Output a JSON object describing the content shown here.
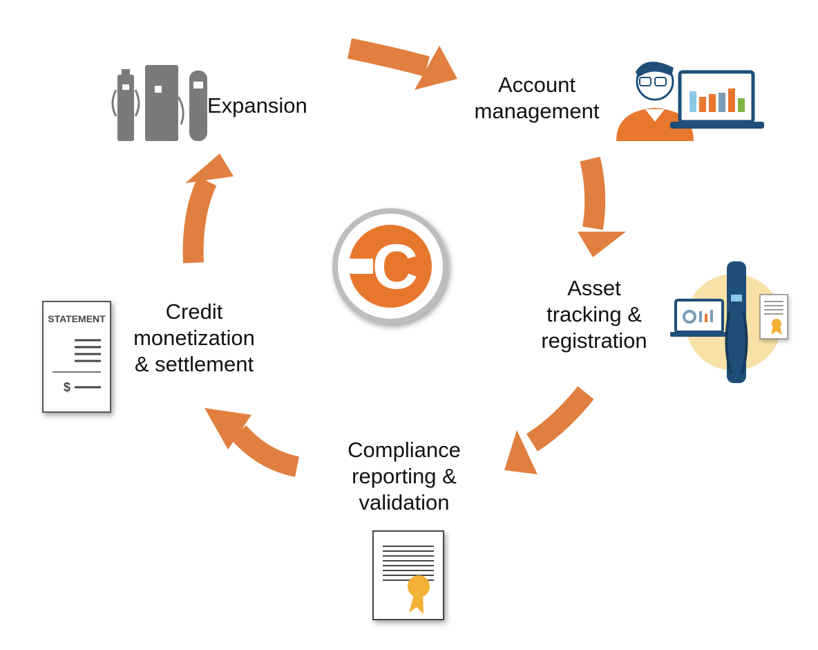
{
  "diagram": {
    "colors": {
      "arrow": "#E07F3F",
      "logo_orange": "#E8772E",
      "logo_ring": "#BFBFBF",
      "charger_gray": "#7A7A7A",
      "person_navy": "#1F4E79",
      "seal_gold": "#F2B134",
      "halo_yellow": "#F8E1A6"
    },
    "center_logo": {
      "letter": "C"
    },
    "steps": [
      {
        "id": "expansion",
        "lines": [
          "Expansion"
        ],
        "icon": "ev-chargers-icon"
      },
      {
        "id": "account",
        "lines": [
          "Account",
          "management"
        ],
        "icon": "analyst-laptop-icon"
      },
      {
        "id": "asset",
        "lines": [
          "Asset",
          "tracking &",
          "registration"
        ],
        "icon": "charger-asset-icon"
      },
      {
        "id": "compliance",
        "lines": [
          "Compliance",
          "reporting &",
          "validation"
        ],
        "icon": "certificate-icon"
      },
      {
        "id": "credit",
        "lines": [
          "Credit",
          "monetization",
          "& settlement"
        ],
        "icon": "statement-icon"
      }
    ],
    "statement": {
      "title": "STATEMENT",
      "currency": "$"
    }
  }
}
